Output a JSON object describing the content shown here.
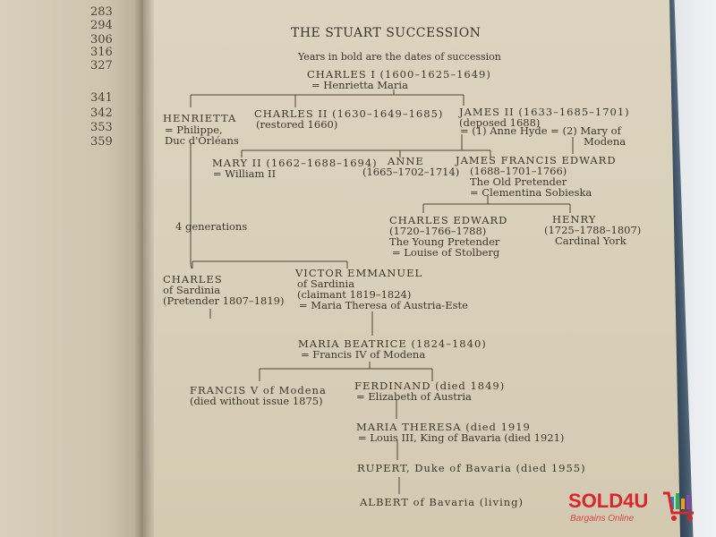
{
  "left_page": {
    "page_numbers": [
      "283",
      "294",
      "306",
      "316",
      "327",
      "341",
      "342",
      "353",
      "359"
    ]
  },
  "chart": {
    "title": "THE STUART SUCCESSION",
    "note": "Years in bold are the dates of succession",
    "charles1": "CHARLES I (1600–1625–1649)",
    "charles1_spouse": "= Henrietta Maria",
    "henrietta_name": "HENRIETTA",
    "henrietta_spouse1": "= Philippe,",
    "henrietta_spouse2": "Duc d'Orléans",
    "charles2": "CHARLES II (1630–1649–1685)",
    "charles2_note": "(restored 1660)",
    "james2": "JAMES II (1633–1685–1701)",
    "james2_note": "(deposed 1688)",
    "james2_spouse": "= (1) Anne Hyde  = (2) Mary of",
    "james2_spouse2": "Modena",
    "mary2": "MARY II (1662–1688–1694)",
    "mary2_spouse": "= William II",
    "anne": "ANNE",
    "anne_dates": "(1665–1702–1714)",
    "jfe": "JAMES FRANCIS EDWARD",
    "jfe_dates": "(1688–1701–1766)",
    "jfe_note": "The Old Pretender",
    "jfe_spouse": "= Clementina Sobieska",
    "generations": "4 generations",
    "charles_edward": "CHARLES EDWARD",
    "ce_dates": "(1720–1766–1788)",
    "ce_note": "The Young Pretender",
    "ce_spouse": "= Louise of Stolberg",
    "henry": "HENRY",
    "henry_dates": "(1725–1788–1807)",
    "henry_note": "Cardinal York",
    "charles_sard": "CHARLES",
    "charles_sard_of": "of Sardinia",
    "charles_sard_note": "(Pretender 1807–1819)",
    "victor": "VICTOR EMMANUEL",
    "victor_of": "of Sardinia",
    "victor_note": "(claimant 1819–1824)",
    "victor_spouse": "= Maria Theresa of Austria-Este",
    "maria_beatrice": "MARIA BEATRICE (1824–1840)",
    "mb_spouse": "= Francis IV of Modena",
    "francis": "FRANCIS V of Modena",
    "francis_note": "(died without issue 1875)",
    "ferdinand": "FERDINAND (died 1849)",
    "ferdinand_spouse": "= Elizabeth of Austria",
    "maria_theresa": "MARIA THERESA (died 1919",
    "mt_spouse": "= Louis III, King of Bavaria (died 1921)",
    "rupert": "RUPERT, Duke of Bavaria (died 1955)",
    "albert": "ALBERT of Bavaria (living)"
  },
  "watermark": {
    "brand": "SOLD4U",
    "tagline": "Bargains Online",
    "icon": "shopping-cart-icon",
    "color": "#d8262b"
  },
  "colors": {
    "page": "#d9d0ba",
    "ink": "#3b372f",
    "cover": "#3e5366"
  }
}
